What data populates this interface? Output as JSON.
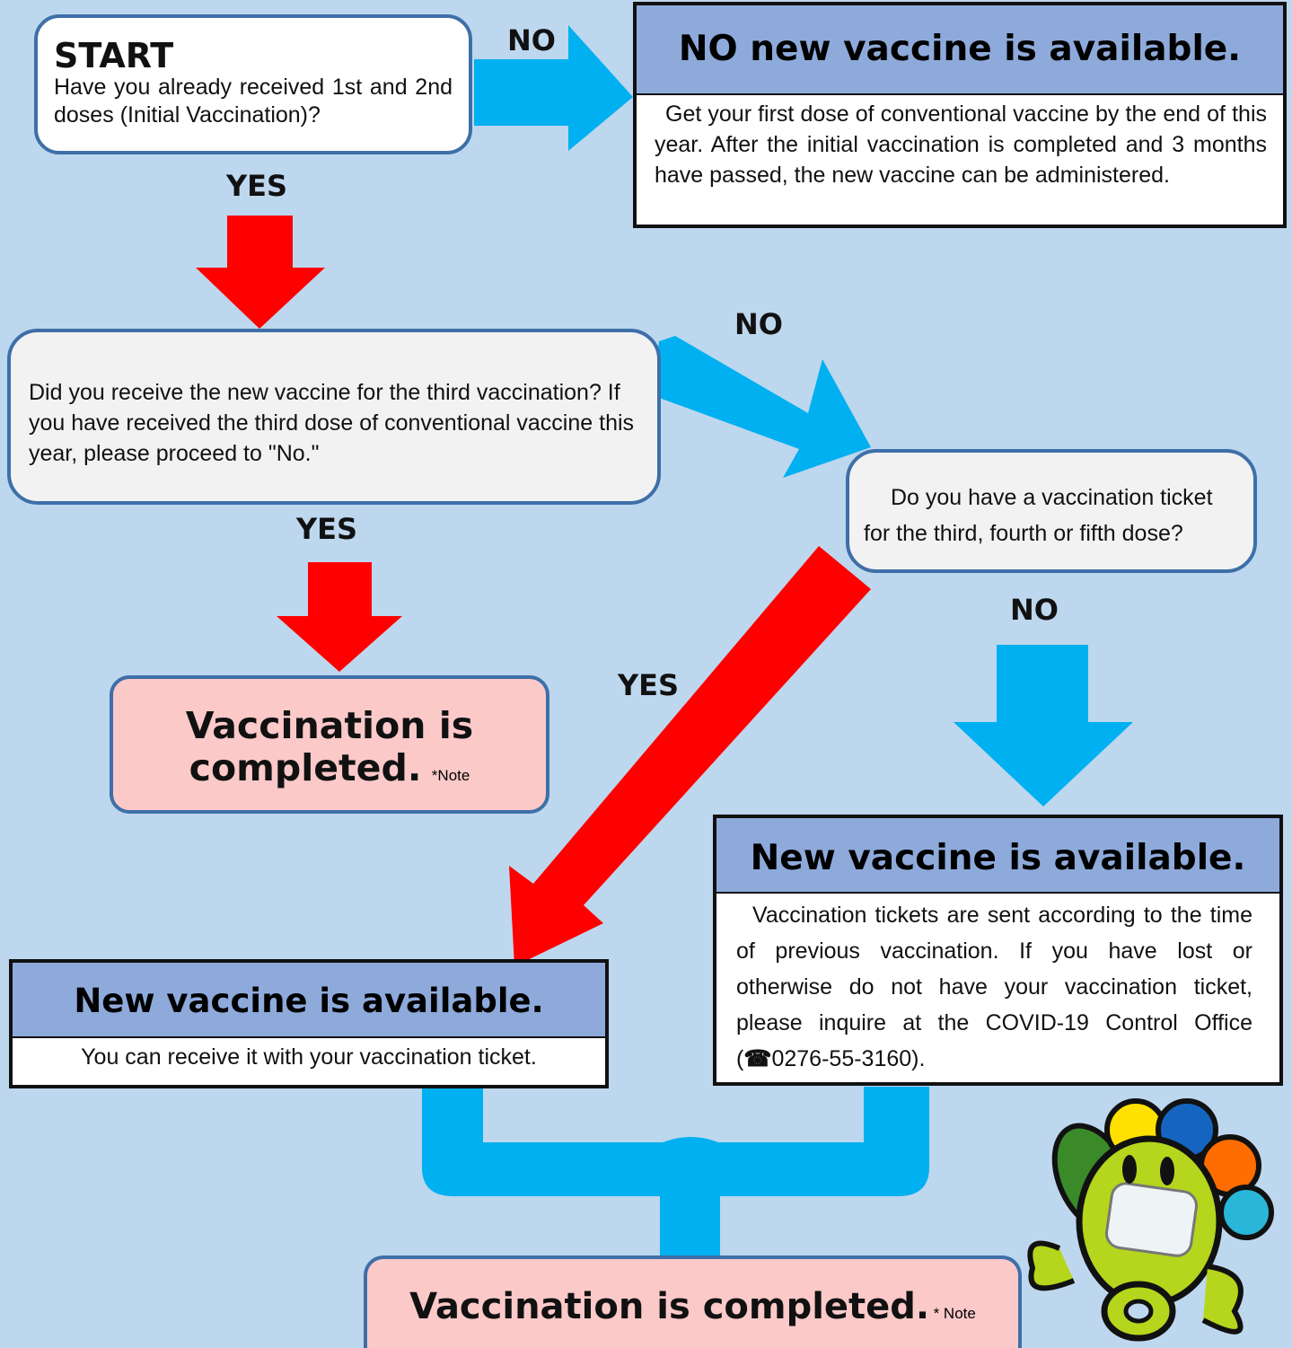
{
  "start": {
    "title": "START",
    "question": "Have you already received 1st and 2nd doses (Initial Vaccination)?"
  },
  "no_new_vaccine": {
    "heading": "NO new vaccine is available.",
    "body": "Get your first dose of conventional vaccine by the end of this year. After the initial vaccination is completed and 3 months have passed, the new vaccine can be administered."
  },
  "third_dose_question": "Did you receive the new vaccine for the third vaccination? If you have received the third dose of conventional vaccine this year, please proceed to \"No.\"",
  "ticket_question": "Do you have a vaccination ticket for the third, fourth or fifth dose?",
  "completed_mid": {
    "line1": "Vaccination is",
    "line2": "completed.",
    "note": "*Note"
  },
  "available_left": {
    "heading": "New vaccine is available.",
    "body": "You can receive it with your vaccination ticket."
  },
  "available_right": {
    "heading": "New vaccine is available.",
    "body_before_phone": "Vaccination tickets are sent according to the time of previous vaccination. If you have lost or otherwise do not have your vaccination ticket, please inquire at the COVID-19 Control Office (",
    "phone_icon": "telephone-icon",
    "phone": "0276-55-3160",
    "body_after_phone": ")."
  },
  "completed_final": {
    "text": "Vaccination is completed.",
    "note": "* Note"
  },
  "labels": {
    "no_1": "NO",
    "yes_1": "YES",
    "no_2": "NO",
    "yes_2": "YES",
    "no_3": "NO",
    "yes_3": "YES"
  },
  "colors": {
    "background": "#bdd7ee",
    "no_arrow": "#00b0f0",
    "yes_arrow": "#ff0000",
    "header_fill": "#8eaadb",
    "completed_fill": "#fcc9c9"
  },
  "mascot_icon": "mascot-character-icon"
}
